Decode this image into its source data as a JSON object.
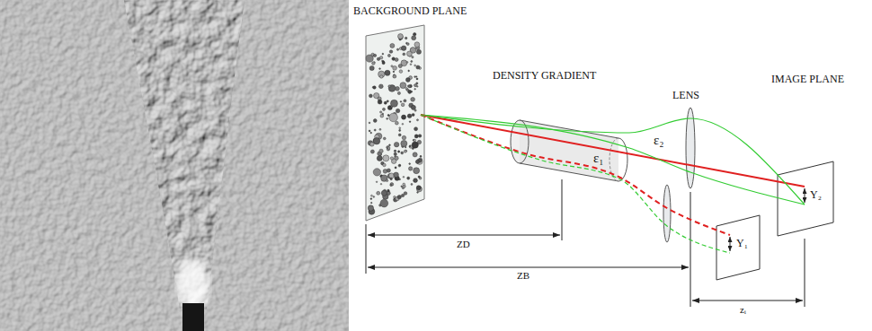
{
  "diagram": {
    "labels": [
      "BACKGROUND PLANE",
      "DENSITY GRADIENT",
      "LENS",
      "IMAGE PLANE",
      "ε₁",
      "ε₂",
      "Y₁",
      "Y₂",
      "ZD",
      "ZB",
      "zᵢ"
    ]
  }
}
